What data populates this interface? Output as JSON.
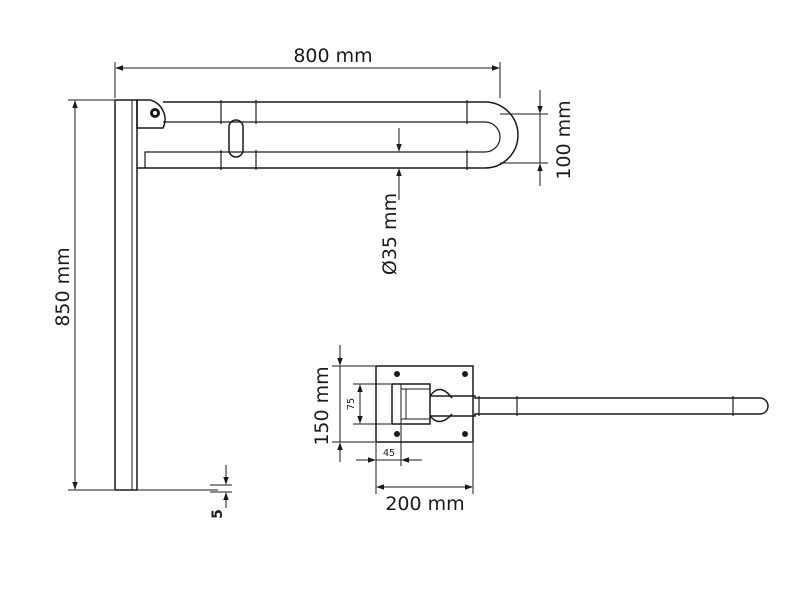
{
  "dimensions": {
    "width_total": "800 mm",
    "height_total": "850 mm",
    "rail_spacing": "100 mm",
    "tube_diameter": "Ø35 mm",
    "floor_gap": "5",
    "plate_height": "150 mm",
    "bracket_height": "75",
    "bracket_width": "45",
    "plate_width": "200 mm"
  },
  "colors": {
    "line": "#1a1a1a",
    "background": "#ffffff"
  }
}
